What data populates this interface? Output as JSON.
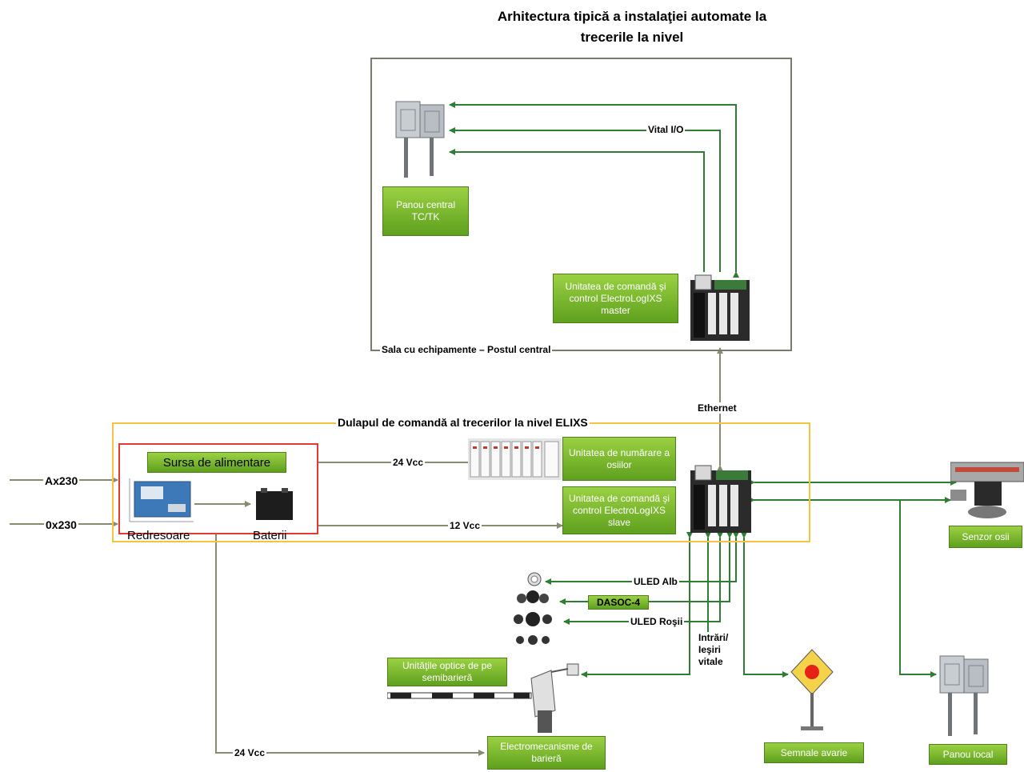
{
  "title": "Arhitectura tipică a instalaţiei automate  la trecerile la nivel",
  "central_room": {
    "label": "Sala cu echipamente – Postul central",
    "vital_io_label": "Vital I/O",
    "central_panel": "Panou central TC/TK",
    "master_unit": "Unitatea de comandă şi control ElectroLogIXS master"
  },
  "ethernet_label": "Ethernet",
  "cabinet": {
    "label": "Dulapul de comandă al trecerilor la nivel ELIXS",
    "power_supply_label": "Sursa de alimentare",
    "rectifiers_label": "Redresoare",
    "batteries_label": "Baterii",
    "axle_counting_unit": "Unitatea de numărare a osiilor",
    "slave_unit": "Unitatea de comandă şi control ElectroLogIXS slave"
  },
  "inputs": {
    "ax230": "Ax230",
    "ox230": "0x230"
  },
  "voltages": {
    "v24_top": "24 Vcc",
    "v12": "12 Vcc",
    "v24_bottom": "24 Vcc"
  },
  "signals": {
    "uled_alb": "ULED Alb",
    "dasoc": "DASOC-4",
    "uled_rosii": "ULED Roşii",
    "vital_io": "Intrări/ Ieşiri vitale"
  },
  "boxes": {
    "axle_sensor": "Senzor osii",
    "optical_units": "Unităţile optice de pe semibarieră",
    "barrier_mechanisms": "Electromecanisme de barieră",
    "alarm_signals": "Semnale avarie",
    "local_panel": "Panou local"
  },
  "colors": {
    "green_line": "#2e7d32",
    "gray_line": "#8a8a70",
    "box_green": "#6aa82a",
    "cabinet_border": "#f5c242",
    "psu_border": "#e53935"
  }
}
